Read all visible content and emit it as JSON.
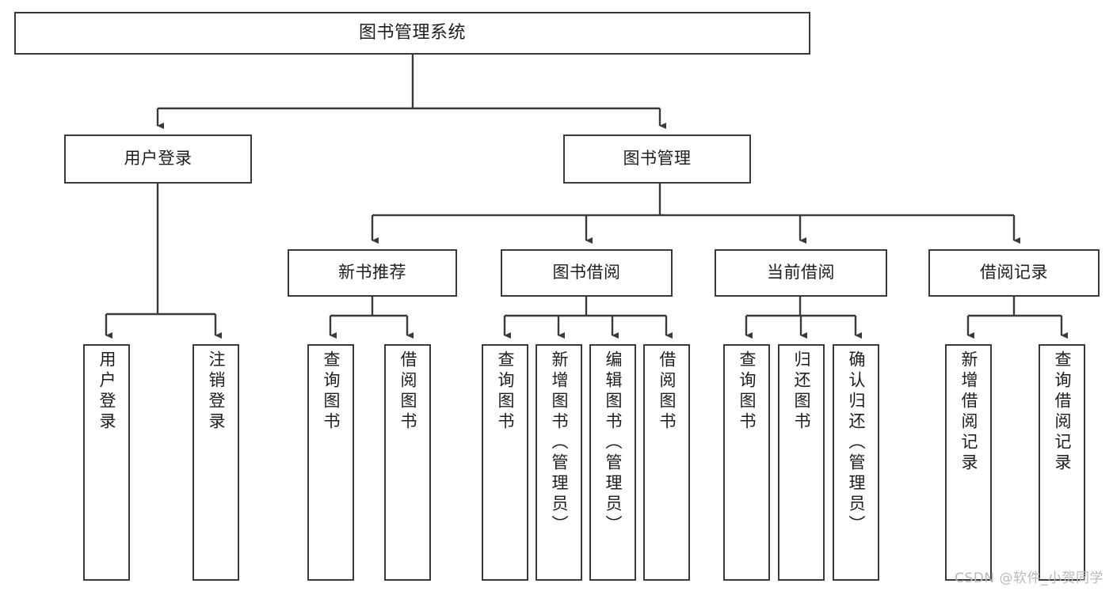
{
  "diagram": {
    "title": "图书管理系统",
    "watermark": "CSDN @软件_小贺同学",
    "stroke_color": "#3a3a3a",
    "text_color": "#1d1d1d",
    "background_color": "#ffffff",
    "watermark_color": "#b9b9b9",
    "root": {
      "label": "图书管理系统"
    },
    "level1": [
      {
        "label": "用户登录"
      },
      {
        "label": "图书管理"
      }
    ],
    "level2": [
      {
        "label": "新书推荐"
      },
      {
        "label": "图书借阅"
      },
      {
        "label": "当前借阅"
      },
      {
        "label": "借阅记录"
      }
    ],
    "leaves": {
      "user_login": [
        {
          "label": "用户登录"
        },
        {
          "label": "注销登录"
        }
      ],
      "new_book_recommend": [
        {
          "label": "查询图书"
        },
        {
          "label": "借阅图书"
        }
      ],
      "book_borrow": [
        {
          "label": "查询图书"
        },
        {
          "label": "新增图书（管理员）"
        },
        {
          "label": "编辑图书（管理员）"
        },
        {
          "label": "借阅图书"
        }
      ],
      "current_borrow": [
        {
          "label": "查询图书"
        },
        {
          "label": "归还图书"
        },
        {
          "label": "确认归还（管理员）"
        }
      ],
      "borrow_record": [
        {
          "label": "新增借阅记录"
        },
        {
          "label": "查询借阅记录"
        }
      ]
    }
  }
}
